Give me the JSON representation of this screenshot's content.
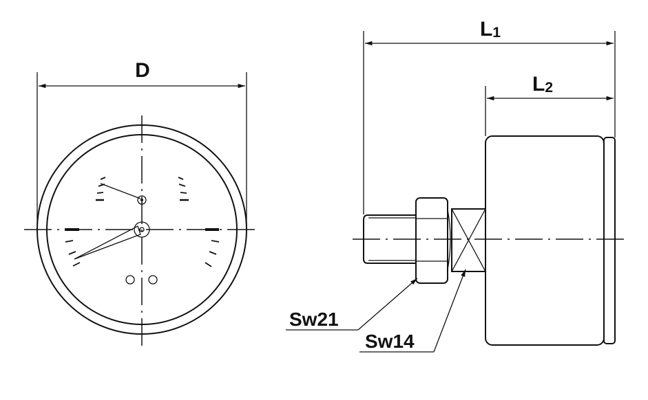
{
  "labels": {
    "diameter": "D",
    "length1": "L",
    "length1_sub": "1",
    "length2": "L",
    "length2_sub": "2",
    "wrench_hex": "Sw21",
    "wrench_square": "Sw14"
  },
  "colors": {
    "line": "#111111",
    "background": "#ffffff"
  }
}
